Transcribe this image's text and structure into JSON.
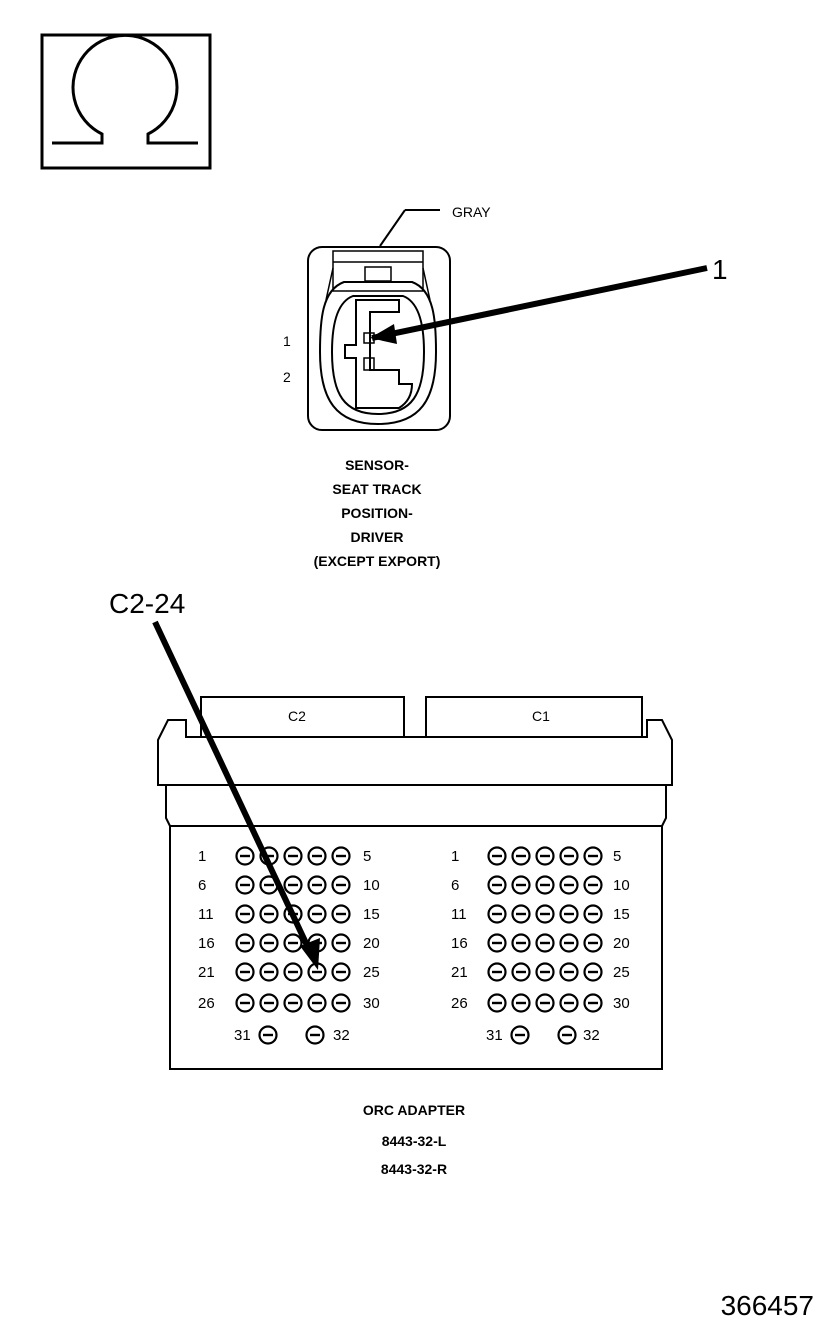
{
  "symbol": {
    "icon": "ohm-symbol-icon"
  },
  "sensor": {
    "wire_color": "GRAY",
    "callout": "1",
    "pins": [
      "1",
      "2"
    ],
    "caption": [
      "SENSOR-",
      "SEAT TRACK",
      "POSITION-",
      "DRIVER",
      "(EXCEPT EXPORT)"
    ]
  },
  "adapter": {
    "callout": "C2-24",
    "connectors": [
      "C2",
      "C1"
    ],
    "row_left": [
      "1",
      "6",
      "11",
      "16",
      "21",
      "26"
    ],
    "row_right": [
      "5",
      "10",
      "15",
      "20",
      "25",
      "30"
    ],
    "bottom_left": "31",
    "bottom_right": "32",
    "caption": [
      "ORC ADAPTER",
      "8443-32-L",
      "8443-32-R"
    ]
  },
  "figure_number": "366457"
}
